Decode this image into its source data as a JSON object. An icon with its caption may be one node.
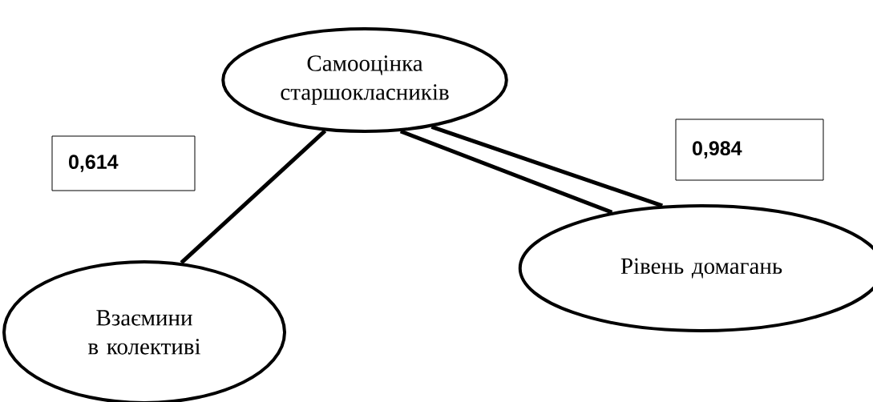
{
  "diagram": {
    "nodes": [
      {
        "text": [
          "Самооцінка старшокласників"
        ]
      },
      {
        "text": [
          "Взаємини в колективі"
        ]
      },
      {
        "text": [
          "Рівень домагань"
        ]
      },
      {
        "text": [
          "0,614"
        ]
      },
      {
        "text": [
          "0,984"
        ]
      }
    ],
    "edges": [
      {
        "from": 0,
        "to": 1,
        "arrow": "none"
      },
      {
        "from": 0,
        "to": 2,
        "arrow": "none"
      },
      {
        "from": 0,
        "to": 2,
        "arrow": "none"
      }
    ]
  }
}
